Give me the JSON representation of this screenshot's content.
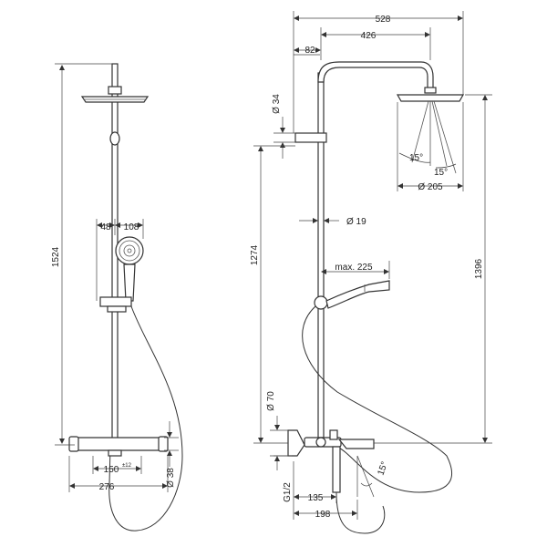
{
  "labels": {
    "left_height": "1524",
    "left_offset_48": "48",
    "left_handshower_108": "108",
    "left_centers_150": "150",
    "left_tolerance": "±12",
    "left_width_276": "276",
    "left_dia_38": "Ø 38",
    "right_width_528": "528",
    "right_arm_426": "426",
    "right_82": "82",
    "right_dia_34": "Ø 34",
    "right_1274": "1274",
    "right_dia_19": "Ø 19",
    "right_max_225": "max. 225",
    "right_1396": "1396",
    "right_dia_70": "Ø 70",
    "right_g12": "G1/2",
    "right_135": "135",
    "right_198": "198",
    "right_angle_15_bottom": "15°",
    "head_angle_15_left": "15°",
    "head_angle_15_right": "15°",
    "head_dia_205": "Ø 205"
  }
}
